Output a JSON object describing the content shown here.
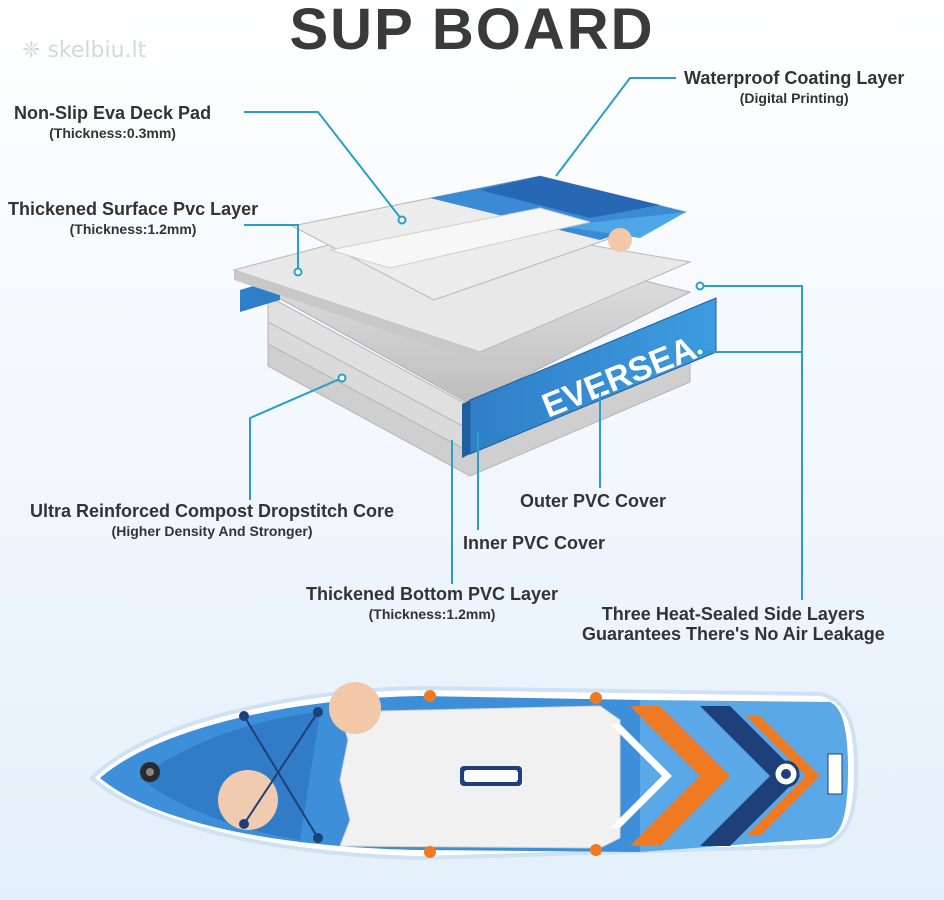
{
  "title": "SUP BOARD",
  "watermark": "skelbiu.lt",
  "brand": "EVERSEA",
  "colors": {
    "leader": "#2a9ec9",
    "accent_blue": "#2f7fc8",
    "accent_orange": "#ef7a22",
    "navy": "#1f3f78",
    "layer_grey": "#d2d2d2"
  },
  "labels": {
    "waterproof": {
      "title": "Waterproof Coating Layer",
      "sub": "(Digital Printing)"
    },
    "nonslip": {
      "title": "Non-Slip Eva Deck Pad",
      "sub": "(Thickness:0.3mm)"
    },
    "surface": {
      "title": "Thickened Surface Pvc Layer",
      "sub": "(Thickness:1.2mm)"
    },
    "core": {
      "title": "Ultra Reinforced Compost Dropstitch Core",
      "sub": "(Higher Density And Stronger)"
    },
    "outer": {
      "title": "Outer PVC Cover"
    },
    "inner": {
      "title": "Inner PVC Cover"
    },
    "bottom": {
      "title": "Thickened Bottom PVC Layer",
      "sub": "(Thickness:1.2mm)"
    },
    "sidelayers": {
      "line1": "Three Heat-Sealed Side Layers",
      "line2": "Guarantees There's No Air Leakage"
    }
  }
}
